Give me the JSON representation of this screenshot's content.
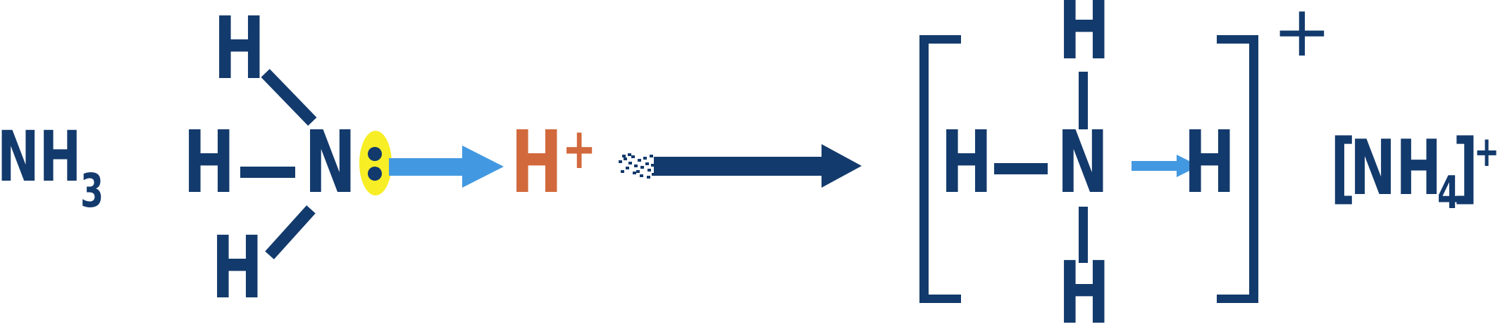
{
  "colors": {
    "navy": "#133a6c",
    "highlight_yellow": "#f7ee26",
    "arrow_light_blue": "#4399e1",
    "proton_orange": "#d2693c",
    "background": "#ffffff"
  },
  "reactant_label": {
    "formula": "NH",
    "subscript": "3"
  },
  "ammonia": {
    "top_h": "H",
    "left_h": "H",
    "nitrogen": "N",
    "bottom_h": "H"
  },
  "proton": {
    "symbol": "H",
    "charge": "+"
  },
  "icons": {
    "lone_pair": "two-electron-dots",
    "donation_arrow": "right-arrow-light-blue",
    "reaction_arrow": "right-arrow-navy",
    "bond_arrow": "right-arrow-light-blue-small"
  },
  "product": {
    "top_h": "H",
    "left_h": "H",
    "nitrogen": "N",
    "right_h": "H",
    "bottom_h": "H",
    "charge": "+"
  },
  "product_label": {
    "open_bracket": "[",
    "formula": "NH",
    "subscript": "4",
    "close_bracket": "]",
    "charge": "+"
  }
}
